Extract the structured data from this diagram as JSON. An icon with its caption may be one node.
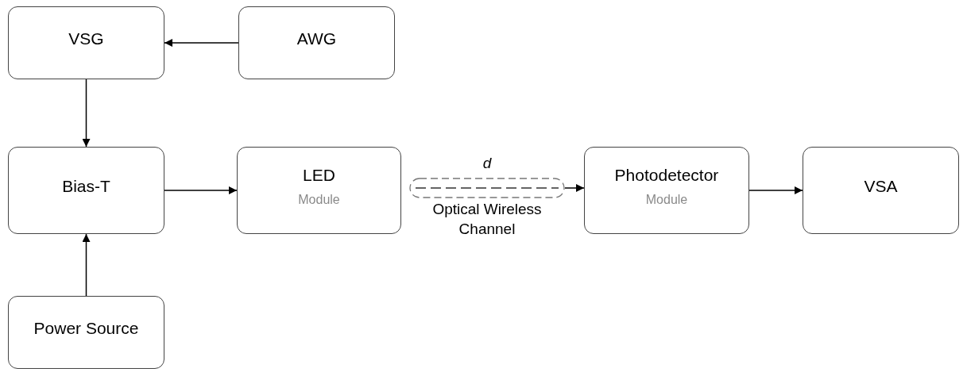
{
  "diagram": {
    "nodes": [
      {
        "text": [
          "VSG"
        ]
      },
      {
        "text": [
          "AWG"
        ]
      },
      {
        "text": [
          "Bias-T"
        ]
      },
      {
        "text": [
          "LED",
          "Module"
        ]
      },
      {
        "text": [],
        "shape": "cylinder",
        "beside": [
          "d",
          "Optical Wireless Channel"
        ]
      },
      {
        "text": [
          "Photodetector",
          "Module"
        ]
      },
      {
        "text": [
          "VSA"
        ]
      },
      {
        "text": [
          "Power Source"
        ]
      }
    ],
    "edges": [
      {
        "from": 1,
        "to": 0,
        "arrow": "to"
      },
      {
        "from": 0,
        "to": 2,
        "arrow": "to"
      },
      {
        "from": 7,
        "to": 2,
        "arrow": "to"
      },
      {
        "from": 2,
        "to": 3,
        "arrow": "to"
      },
      {
        "from": 4,
        "to": 5,
        "arrow": "to"
      },
      {
        "from": 5,
        "to": 6,
        "arrow": "to"
      }
    ]
  }
}
